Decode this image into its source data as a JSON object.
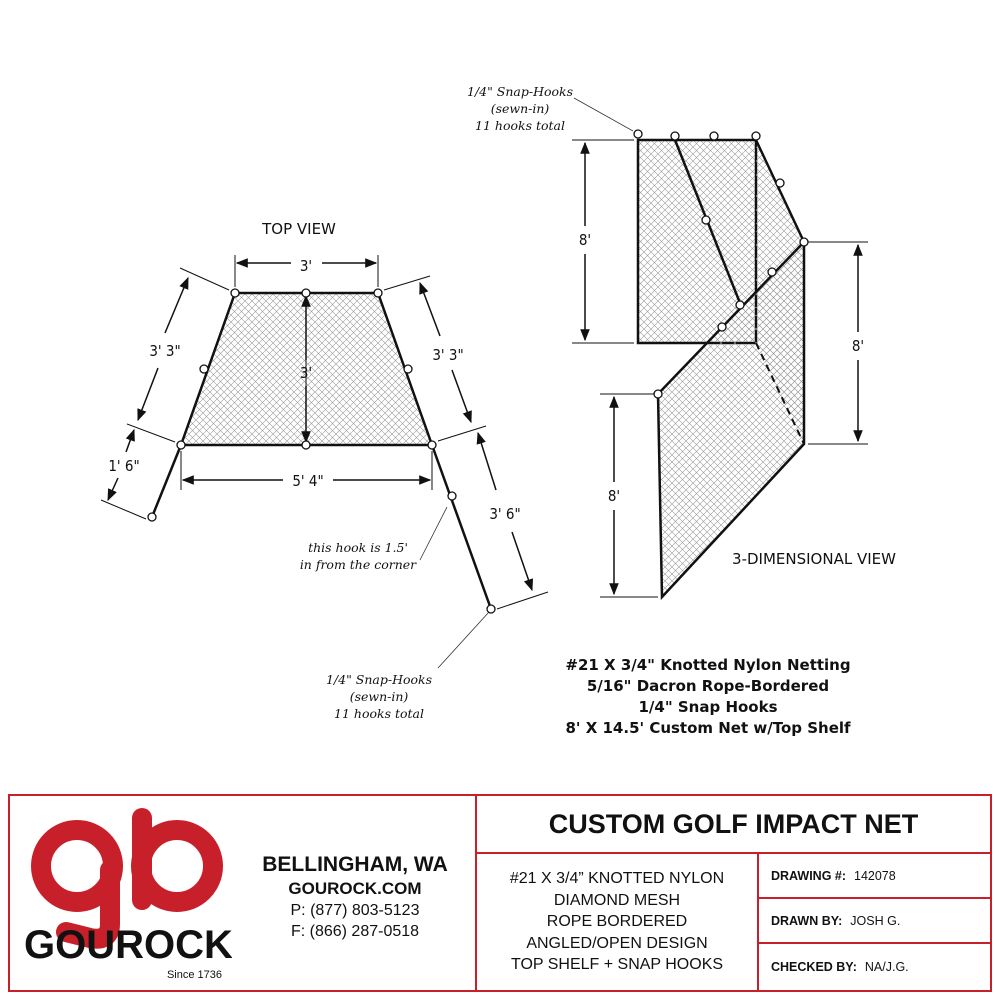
{
  "colors": {
    "brand_red": "#c8202a",
    "line": "#111111",
    "mesh": "#9a9a9a"
  },
  "top_view": {
    "heading": "TOP VIEW",
    "dim_top_width": "3'",
    "dim_depth": "3'",
    "dim_left_side": "3' 3\"",
    "dim_right_side": "3' 3\"",
    "dim_bottom_width": "5' 4\"",
    "dim_left_wing": "1' 6\"",
    "dim_right_wing": "3' 6\"",
    "hook_note": [
      "this hook is 1.5'",
      "in from the corner"
    ],
    "snap_note": [
      "1/4\" Snap-Hooks",
      "(sewn-in)",
      "11 hooks total"
    ]
  },
  "three_d_view": {
    "heading": "3-DIMENSIONAL VIEW",
    "snap_note": [
      "1/4\" Snap-Hooks",
      "(sewn-in)",
      "11 hooks total"
    ],
    "dim_left_height": "8'",
    "dim_right_height": "8'",
    "dim_lower_height": "8'"
  },
  "specs": [
    "#21 X 3/4\" Knotted Nylon Netting",
    "5/16\" Dacron Rope-Bordered",
    "1/4\" Snap Hooks",
    "8' X 14.5' Custom Net w/Top Shelf"
  ],
  "title_block": {
    "company": "GOUROCK",
    "since": "Since 1736",
    "city": "BELLINGHAM, WA",
    "website": "GOUROCK.COM",
    "phone": "P: (877) 803-5123",
    "fax": "F: (866) 287-0518",
    "title": "CUSTOM GOLF IMPACT NET",
    "description": [
      "#21 X 3/4” KNOTTED NYLON",
      "DIAMOND MESH",
      "ROPE BORDERED",
      "ANGLED/OPEN DESIGN",
      "TOP SHELF + SNAP HOOKS"
    ],
    "drawing_no_label": "DRAWING #:",
    "drawing_no": "142078",
    "drawn_by_label": "DRAWN BY:",
    "drawn_by": "JOSH G.",
    "checked_by_label": "CHECKED BY:",
    "checked_by": "NA/J.G."
  }
}
